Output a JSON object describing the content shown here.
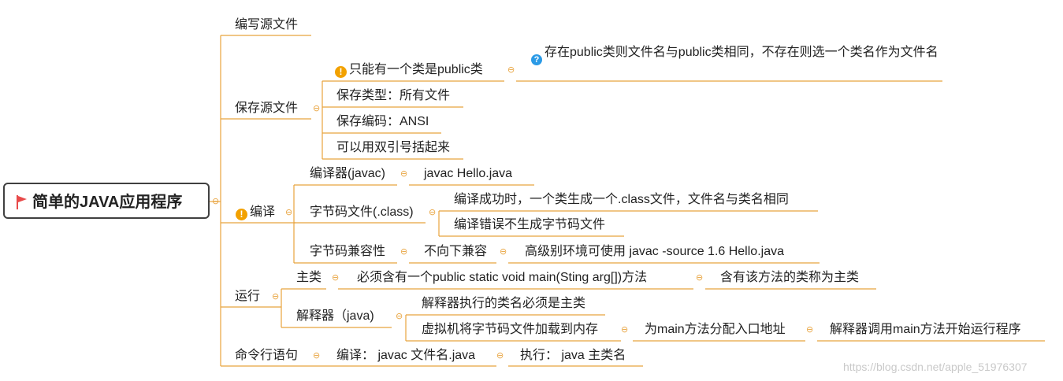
{
  "root": {
    "label": "简单的JAVA应用程序",
    "flag_icon": "red-flag",
    "flag_color": "#e84a4a",
    "border_color": "#404040"
  },
  "colors": {
    "branch": "#e8a33d",
    "collapse": "#e8a33d",
    "warning": "#f2a100",
    "question": "#2b9ae6"
  },
  "collapse_symbol": "⊖",
  "branches": {
    "write": {
      "label": "编写源文件"
    },
    "save": {
      "label": "保存源文件",
      "public_rule": {
        "label": "只能有一个类是public类",
        "note": "存在public类则文件名与public类相同，不存在则选一个类名作为文件名"
      },
      "type": "保存类型：所有文件",
      "encoding": "保存编码：ANSI",
      "quotes": "可以用双引号括起来"
    },
    "compile": {
      "label": "编译",
      "compiler": {
        "label": "编译器(javac)",
        "example": "javac Hello.java"
      },
      "bytecode": {
        "label": "字节码文件(.class)",
        "success": "编译成功时，一个类生成一个.class文件，文件名与类名相同",
        "error": "编译错误不生成字节码文件"
      },
      "compat": {
        "label": "字节码兼容性",
        "value": "不向下兼容",
        "detail": "高级别环境可使用 javac -source 1.6 Hello.java"
      }
    },
    "run": {
      "label": "运行",
      "main_class": {
        "label": "主类",
        "rule": "必须含有一个public static void main(Sting arg[])方法",
        "detail": "含有该方法的类称为主类"
      },
      "interpreter": {
        "label": "解释器（java)",
        "rule": "解释器执行的类名必须是主类",
        "load": "虚拟机将字节码文件加载到内存",
        "entry": "为main方法分配入口地址",
        "start": "解释器调用main方法开始运行程序"
      }
    },
    "cmd": {
      "label": "命令行语句",
      "compile": "编译：  javac 文件名.java",
      "exec": "执行：  java 主类名"
    }
  },
  "watermark": "https://blog.csdn.net/apple_51976307"
}
